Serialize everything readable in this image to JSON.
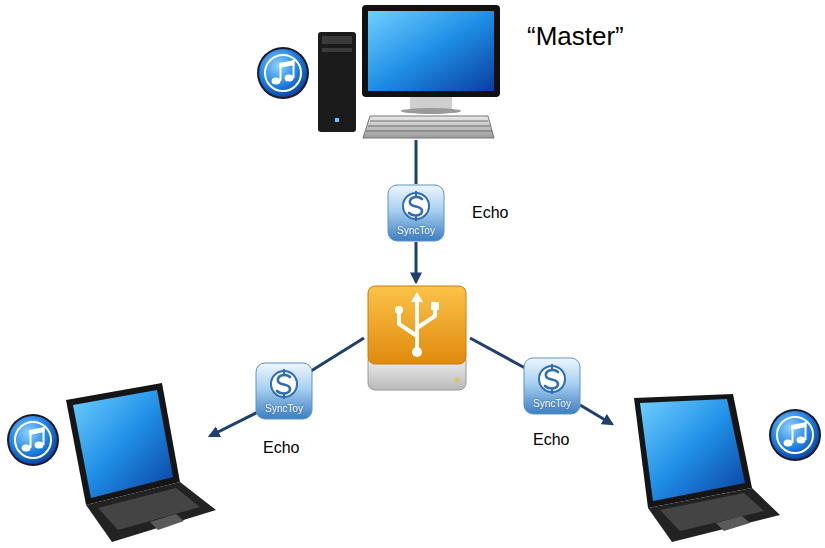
{
  "diagram": {
    "labels": [
      "“Master”",
      "SyncToy",
      "Echo",
      "SyncToy",
      "SyncToy",
      "Echo",
      "Echo"
    ]
  }
}
